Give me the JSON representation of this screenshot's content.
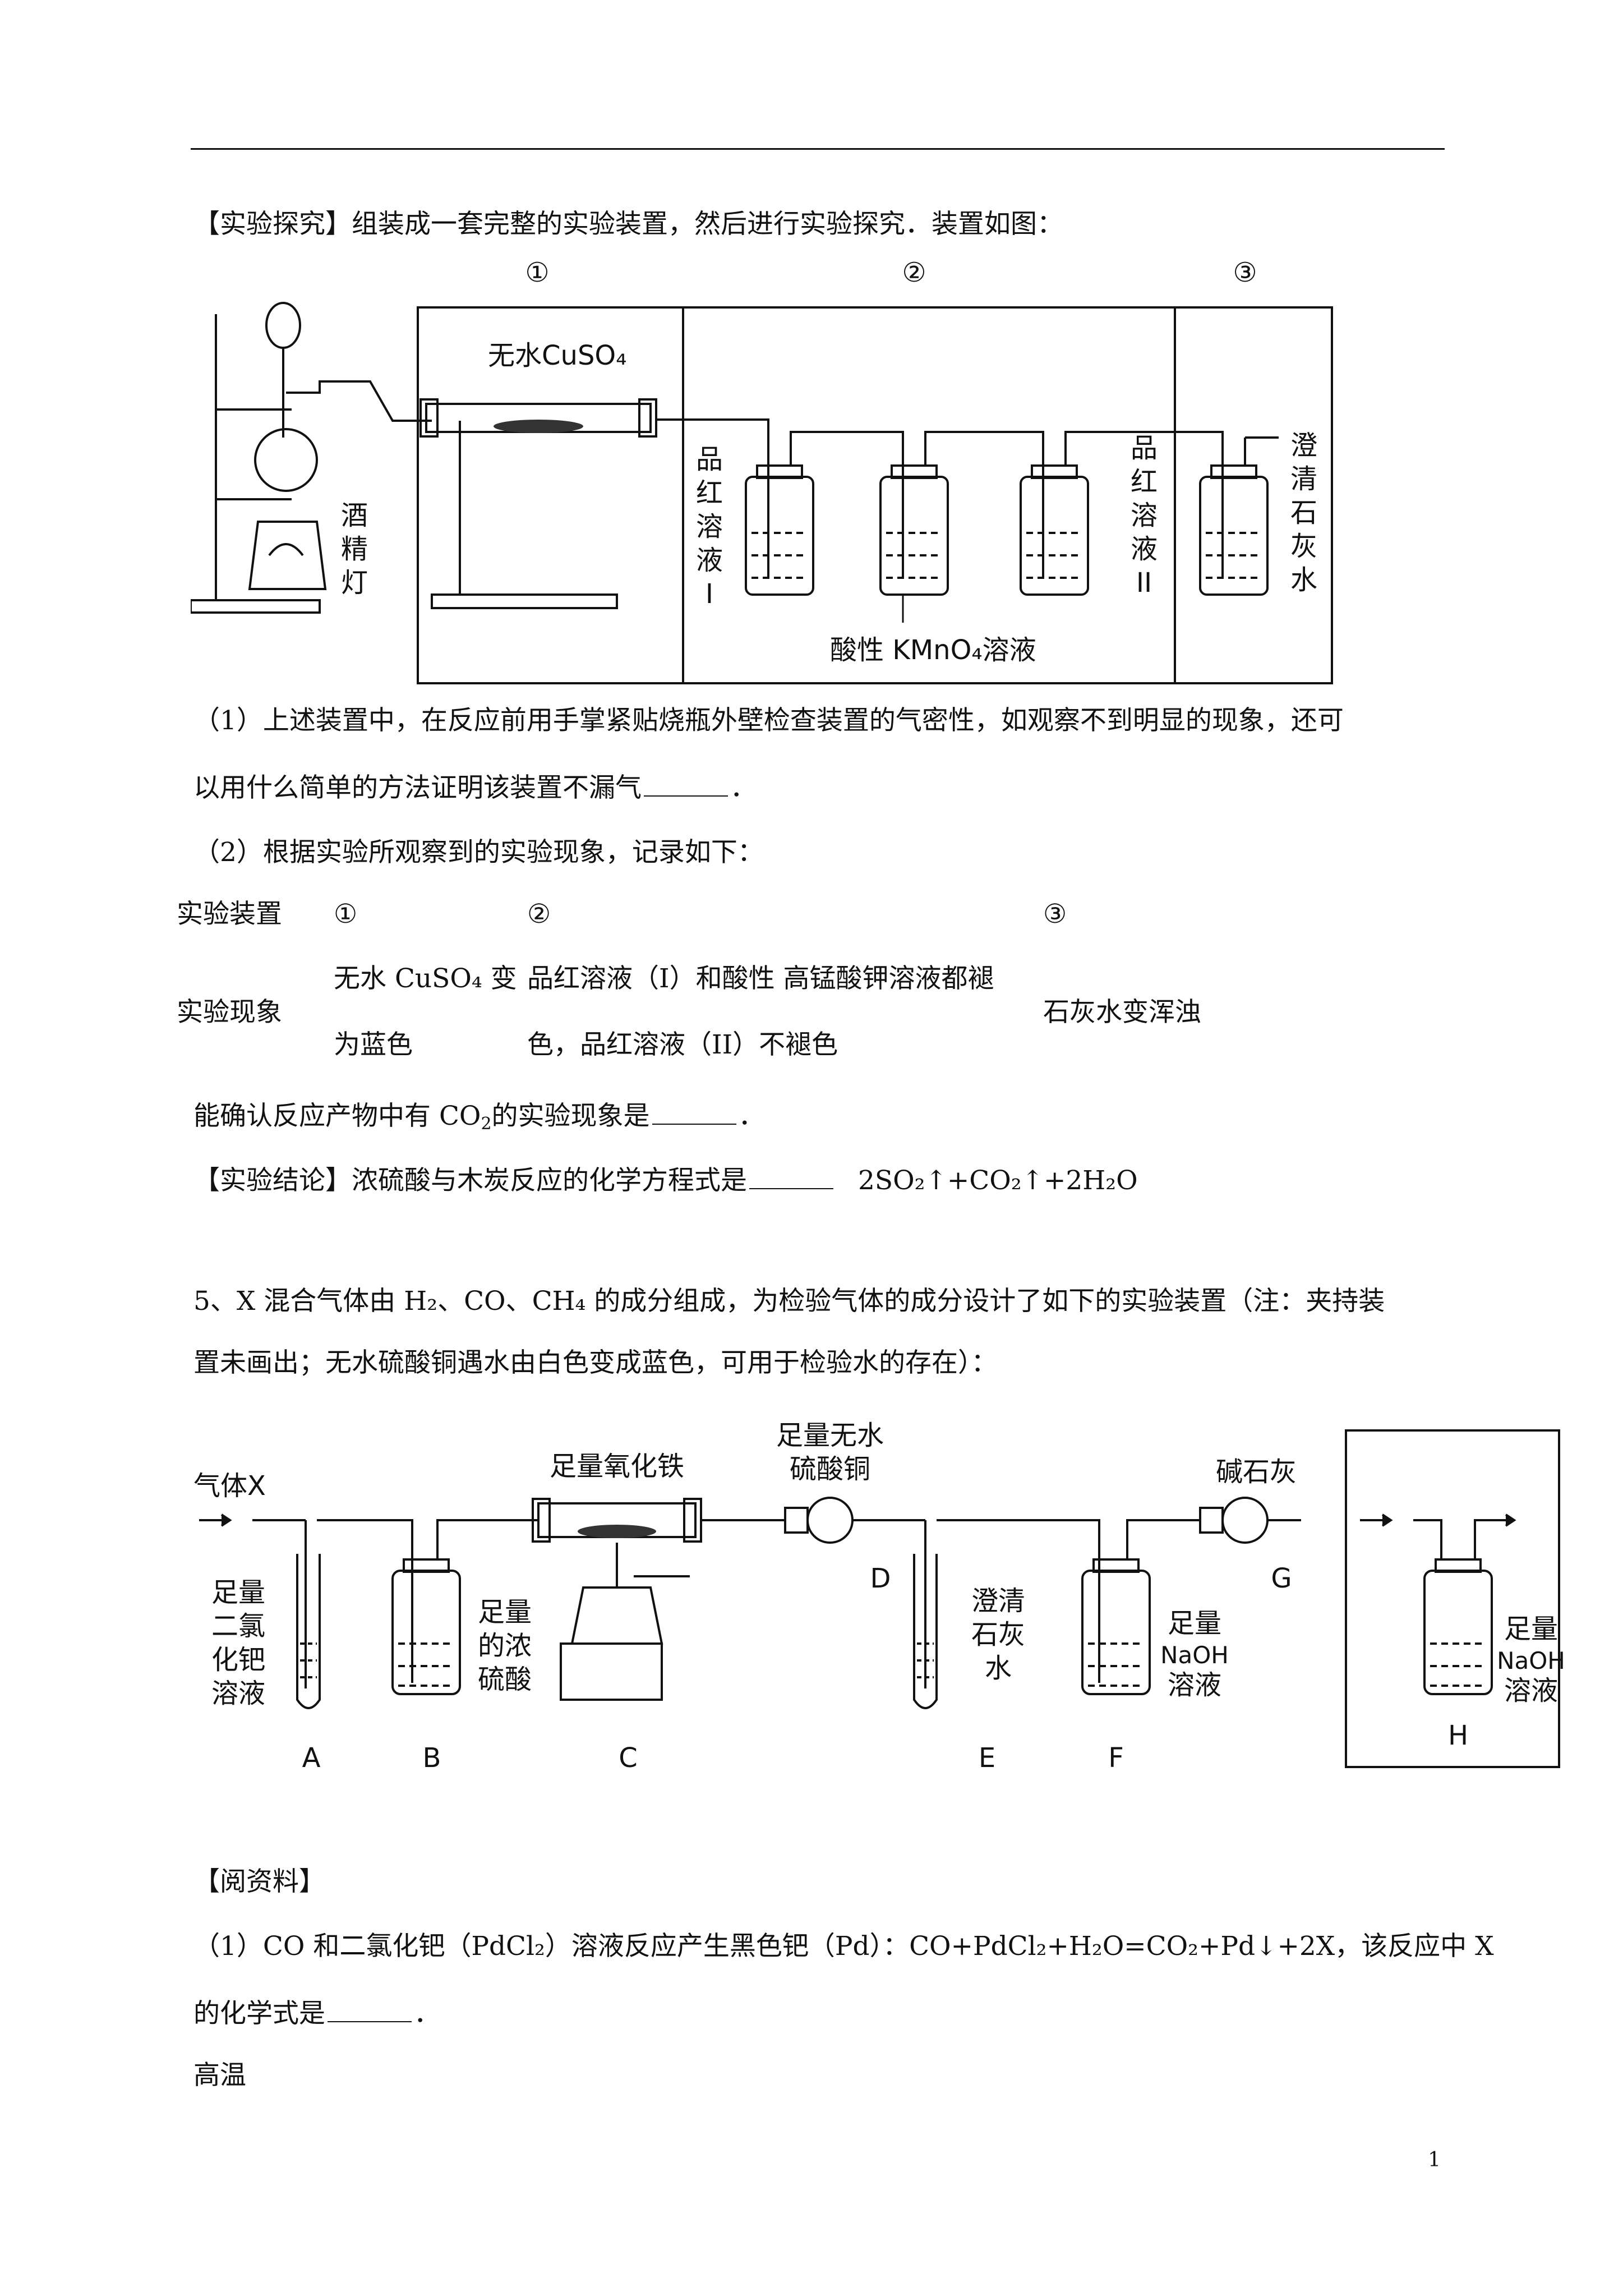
{
  "section1": {
    "heading_bracket": "【实验探究】",
    "heading_text": "组装成一套完整的实验装置，然后进行实验探究．装置如图：",
    "diagram1": {
      "circle_labels": [
        "①",
        "②",
        "③"
      ],
      "labels": {
        "cuso4": "无水CuSO₄",
        "lamp": [
          "酒",
          "精",
          "灯"
        ],
        "pinhong1": [
          "品",
          "红",
          "溶",
          "液",
          "I"
        ],
        "pinhong2": [
          "品",
          "红",
          "溶",
          "液",
          "II"
        ],
        "kmno4": "酸性 KMnO₄溶液",
        "limewater": [
          "澄",
          "清",
          "石",
          "灰",
          "水"
        ]
      }
    },
    "q1_line1": "（1）上述装置中，在反应前用手掌紧贴烧瓶外壁检查装置的气密性，如观察不到明显的现象，还可",
    "q1_line2": "以用什么简单的方法证明该装置不漏气",
    "q1_end": "．",
    "q2_line": "（2）根据实验所观察到的实验现象，记录如下：",
    "table": {
      "row1_label": "实验装置",
      "row1_cells": [
        "①",
        "②",
        "③"
      ],
      "row2_label": "实验现象",
      "row2_cell1": [
        "无水 CuSO₄ 变",
        "为蓝色"
      ],
      "row2_cell2": [
        "品红溶液（I）和酸性 高锰酸钾溶液都褪",
        "色，品红溶液（II）不褪色"
      ],
      "row2_cell3": "石灰水变浑浊"
    },
    "q2_follow": "能确认反应产物中有 CO",
    "q2_follow_sub": "2",
    "q2_follow_end": "的实验现象是",
    "q2_follow_dot": "．",
    "conclusion_bracket": "【实验结论】",
    "conclusion_text": "浓硫酸与木炭反应的化学方程式是",
    "conclusion_eq": "2SO₂↑+CO₂↑+2H₂O"
  },
  "section2": {
    "q5_line1": "5、X 混合气体由 H₂、CO、CH₄ 的成分组成，为检验气体的成分设计了如下的实验装置（注：夹持装",
    "q5_line2": "置未画出；无水硫酸铜遇水由白色变成蓝色，可用于检验水的存在）：",
    "diagram2": {
      "gas": "气体X",
      "a_label": [
        "足量",
        "二氯",
        "化钯",
        "溶液"
      ],
      "b_label": [
        "足量",
        "的浓",
        "硫酸"
      ],
      "c_label": "足量氧化铁",
      "d_label": [
        "足量无水",
        "硫酸铜"
      ],
      "e_label": [
        "澄清",
        "石灰",
        "水"
      ],
      "f_label": [
        "足量",
        "NaOH",
        "溶液"
      ],
      "g_label": "碱石灰",
      "h_label": [
        "足量",
        "NaOH",
        "溶液"
      ],
      "letters": [
        "A",
        "B",
        "C",
        "D",
        "E",
        "F",
        "G",
        "H"
      ]
    },
    "read_heading": "【阅资料】",
    "read_line1": "（1）CO 和二氯化钯（PdCl₂）溶液反应产生黑色钯（Pd）：CO+PdCl₂+H₂O=CO₂+Pd↓+2X，该反应中 X",
    "read_line2": "的化学式是",
    "read_line2_end": "．",
    "gaowen": "高温"
  },
  "page_number": "1"
}
